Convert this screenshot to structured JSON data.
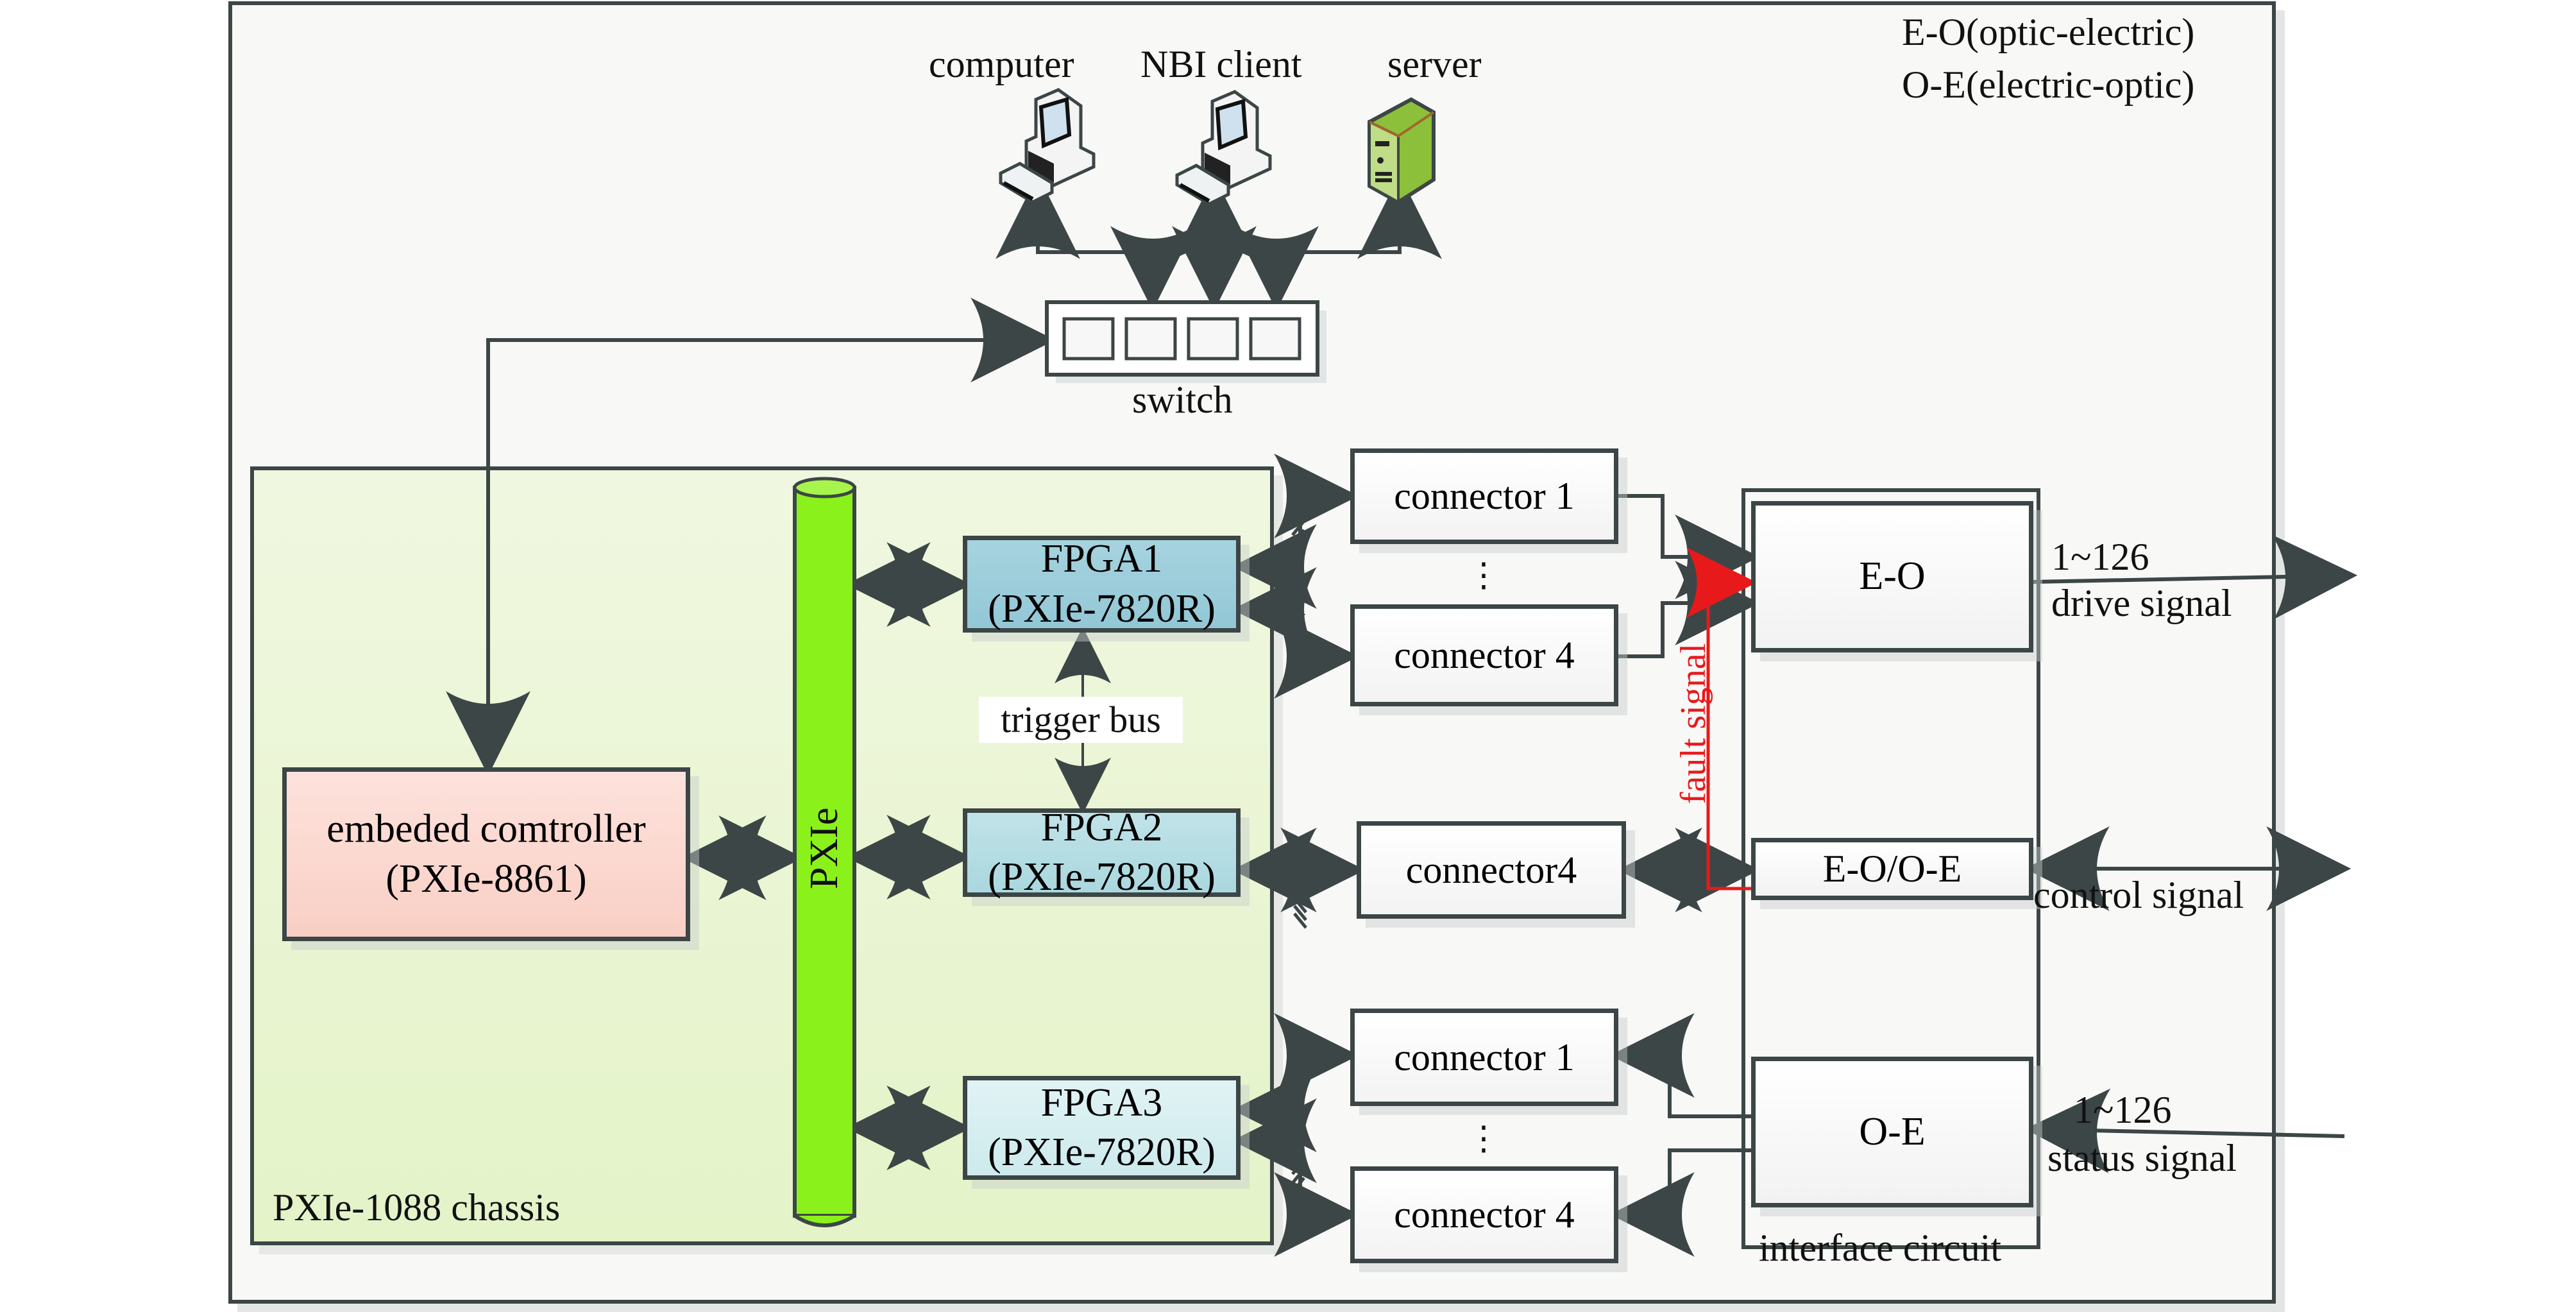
{
  "legend": {
    "line1": "E-O(optic-electric)",
    "line2": "O-E(electric-optic)"
  },
  "network": {
    "computer_label": "computer",
    "nbi_client_label": "NBI client",
    "server_label": "server",
    "switch_label": "switch"
  },
  "chassis": {
    "label": "PXIe-1088 chassis",
    "bus_label": "PXIe",
    "controller": {
      "line1": "embeded comtroller",
      "line2": "(PXIe-8861)"
    },
    "fpga1": {
      "line1": "FPGA1",
      "line2": "(PXIe-7820R)"
    },
    "fpga2": {
      "line1": "FPGA2",
      "line2": "(PXIe-7820R)"
    },
    "fpga3": {
      "line1": "FPGA3",
      "line2": "(PXIe-7820R)"
    },
    "trigger_bus_label": "trigger bus"
  },
  "connectors": {
    "top_first": "connector 1",
    "top_last": "connector 4",
    "middle": "connector4",
    "bottom_first": "connector 1",
    "bottom_last": "connector 4",
    "ellipsis": "⋮"
  },
  "interface": {
    "label": "interface circuit",
    "eo": "E-O",
    "eooe": "E-O/O-E",
    "oe": "O-E",
    "fault_signal": "fault signal"
  },
  "signals": {
    "drive_range": "1~126",
    "drive_label": "drive signal",
    "control_label": "control signal",
    "status_range": "1~126",
    "status_label": "status signal"
  },
  "colors": {
    "line": "#3c4646",
    "chassis_fill": "#eaf4d8",
    "controller_fill": "#f9d3cb",
    "fpga1_fill": "#9fcfdc",
    "fpga2_fill": "#b7dee3",
    "fpga3_fill": "#d6eef0",
    "bus_fill": "#8af21a",
    "fault": "#e8191b",
    "server_green": "#8cbf3a"
  }
}
